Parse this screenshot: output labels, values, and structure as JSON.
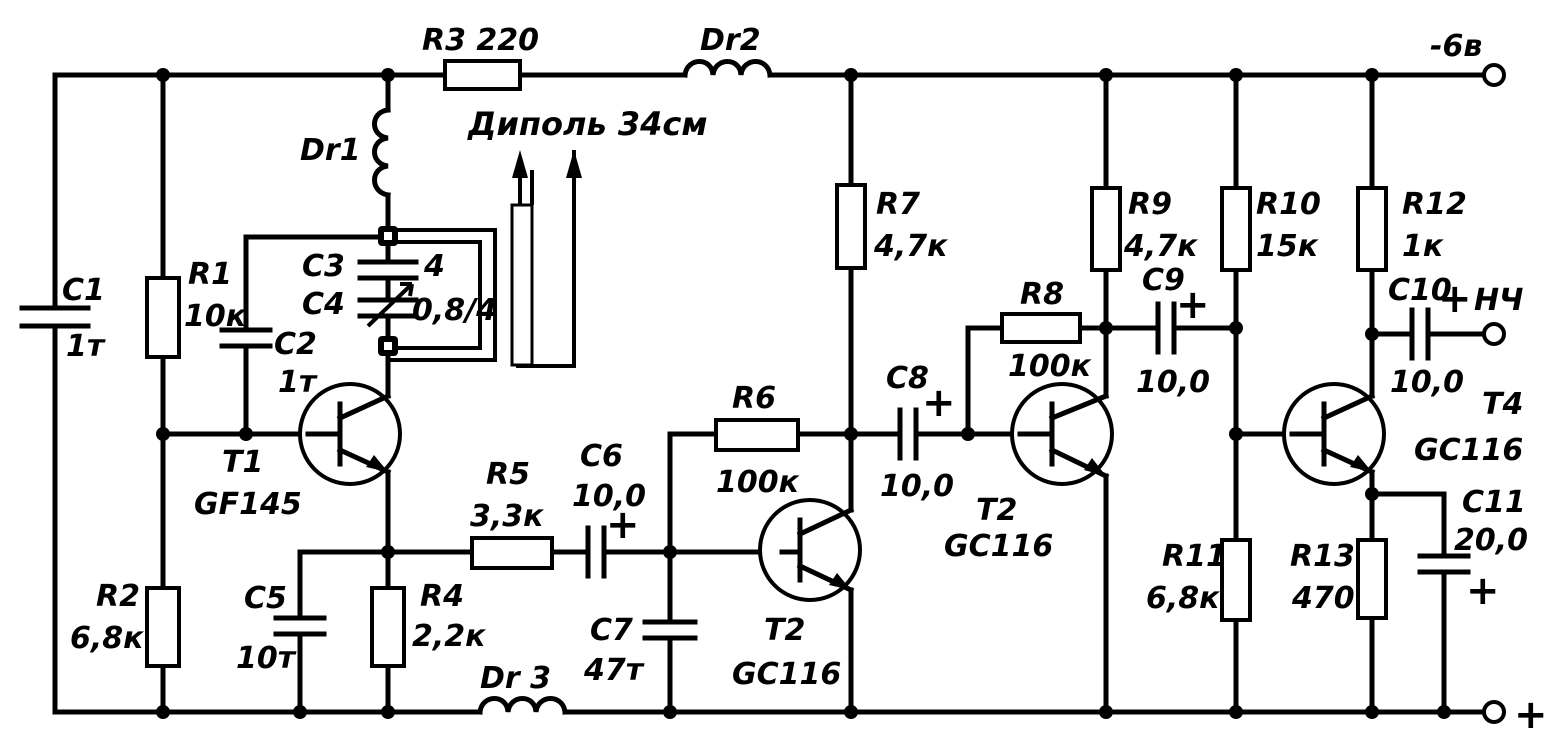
{
  "components": {
    "r1": {
      "ref": "R1",
      "value": "10к"
    },
    "r2": {
      "ref": "R2",
      "value": "6,8к"
    },
    "r3": {
      "ref": "R3 220"
    },
    "r4": {
      "ref": "R4",
      "value": "2,2к"
    },
    "r5": {
      "ref": "R5",
      "value": "3,3к"
    },
    "r6": {
      "ref": "R6",
      "value": "100к"
    },
    "r7": {
      "ref": "R7",
      "value": "4,7к"
    },
    "r8": {
      "ref": "R8",
      "value": "100к"
    },
    "r9": {
      "ref": "R9",
      "value": "4,7к"
    },
    "r10": {
      "ref": "R10",
      "value": "15к"
    },
    "r11": {
      "ref": "R11",
      "value": "6,8к"
    },
    "r12": {
      "ref": "R12",
      "value": "1к"
    },
    "r13": {
      "ref": "R13",
      "value": "470"
    },
    "c1": {
      "ref": "C1",
      "value": "1т"
    },
    "c2": {
      "ref": "C2",
      "value": "1т"
    },
    "c3": {
      "ref": "C3",
      "value": "4"
    },
    "c4": {
      "ref": "C4",
      "value": "0,8/4"
    },
    "c5": {
      "ref": "C5",
      "value": "10т"
    },
    "c6": {
      "ref": "C6",
      "value": "10,0"
    },
    "c7": {
      "ref": "C7",
      "value": "47т"
    },
    "c8": {
      "ref": "C8",
      "value": "10,0"
    },
    "c9": {
      "ref": "C9",
      "value": "10,0"
    },
    "c10": {
      "ref": "C10",
      "value": "10,0"
    },
    "c11": {
      "ref": "C11",
      "value": "20,0"
    },
    "dr1": {
      "ref": "Dr1"
    },
    "dr2": {
      "ref": "Dr2"
    },
    "dr3": {
      "ref": "Dr 3"
    },
    "t1": {
      "ref": "T1",
      "type": "GF145"
    },
    "t2a": {
      "ref": "T2",
      "type": "GC116"
    },
    "t2b": {
      "ref": "T2",
      "type": "GC116"
    },
    "t4": {
      "ref": "T4",
      "type": "GC116"
    }
  },
  "antenna": {
    "label": "Диполь 34см"
  },
  "terminals": {
    "supply": "-6в",
    "output": "НЧ"
  },
  "signs": {
    "plus": "+"
  }
}
